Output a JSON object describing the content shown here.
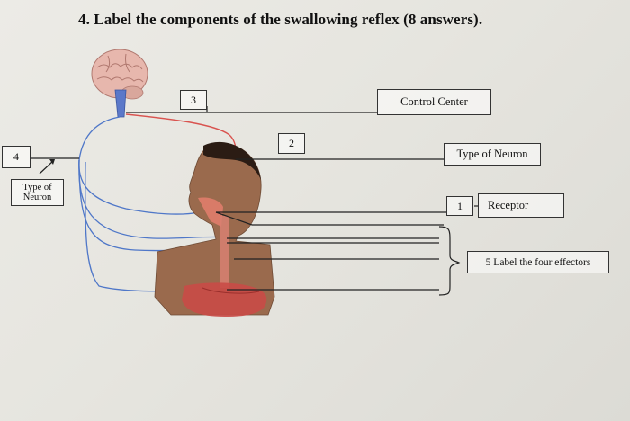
{
  "question": {
    "title": "4. Label the components of the swallowing reflex (8 answers)."
  },
  "labels": {
    "num3": "3",
    "control_center": "Control Center",
    "num2": "2",
    "type_of_neuron_right": "Type of Neuron",
    "num4": "4",
    "type_of_neuron_left_line1": "Type of",
    "type_of_neuron_left_line2": "Neuron",
    "num1": "1",
    "receptor": "Receptor",
    "effectors": "5 Label the four effectors"
  },
  "colors": {
    "sensory_nerve": "#d9534f",
    "motor_nerve": "#4f77c8",
    "leader_line": "#222222"
  }
}
